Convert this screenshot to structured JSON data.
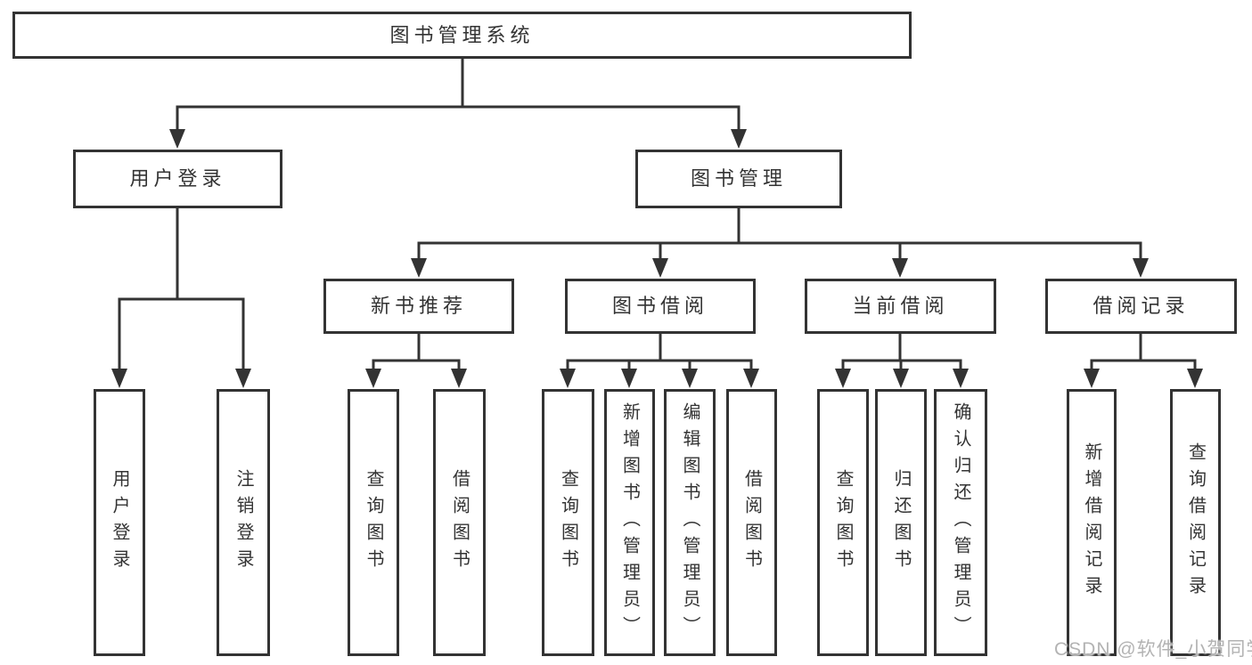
{
  "diagram_type": "tree",
  "colors": {
    "line": "#333333",
    "border": "#333333",
    "text": "#333333",
    "background": "#ffffff",
    "watermark": "#b3b3b3"
  },
  "watermark": {
    "text": "CSDN @软件_小贺同学"
  },
  "tree": {
    "label": "图书管理系统",
    "children": [
      {
        "label": "用户登录",
        "children": [
          {
            "label": "用户登录"
          },
          {
            "label": "注销登录"
          }
        ]
      },
      {
        "label": "图书管理",
        "children": [
          {
            "label": "新书推荐",
            "children": [
              {
                "label": "查询图书"
              },
              {
                "label": "借阅图书"
              }
            ]
          },
          {
            "label": "图书借阅",
            "children": [
              {
                "label": "查询图书"
              },
              {
                "label": "新增图书（管理员）"
              },
              {
                "label": "编辑图书（管理员）"
              },
              {
                "label": "借阅图书"
              }
            ]
          },
          {
            "label": "当前借阅",
            "children": [
              {
                "label": "查询图书"
              },
              {
                "label": "归还图书"
              },
              {
                "label": "确认归还（管理员）"
              }
            ]
          },
          {
            "label": "借阅记录",
            "children": [
              {
                "label": "新增借阅记录"
              },
              {
                "label": "查询借阅记录"
              }
            ]
          }
        ]
      }
    ]
  }
}
